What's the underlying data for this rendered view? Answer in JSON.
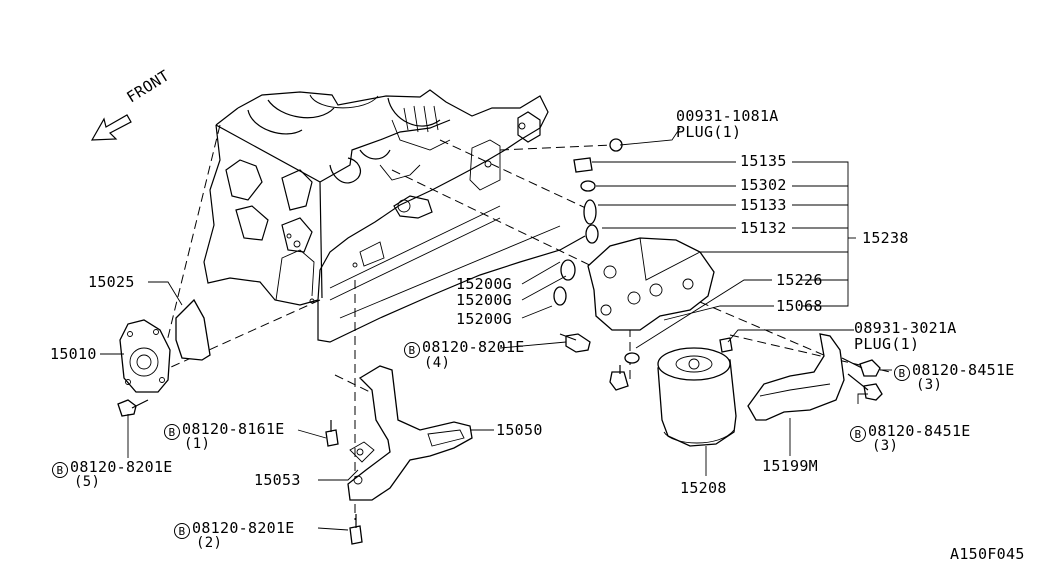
{
  "front_label": "FRONT",
  "diagram_code": "A150F045",
  "bolt_symbol": "B",
  "callouts": {
    "plug_top": {
      "part": "00931-1081A",
      "desc": "PLUG(1)"
    },
    "p15135": "15135",
    "p15302": "15302",
    "p15133": "15133",
    "p15132": "15132",
    "p15238": "15238",
    "p15226": "15226",
    "p15068": "15068",
    "plug_side": {
      "part": "08931-3021A",
      "desc": "PLUG(1)"
    },
    "p15025": "15025",
    "p15010": "15010",
    "p15200g_1": "15200G",
    "p15200g_2": "15200G",
    "p15200g_3": "15200G",
    "bolt_4": {
      "part": "08120-8201E",
      "qty": "(4)"
    },
    "bolt_8451_a": {
      "part": "08120-8451E",
      "qty": "(3)"
    },
    "bolt_8451_b": {
      "part": "08120-8451E",
      "qty": "(3)"
    },
    "bolt_8161": {
      "part": "08120-8161E",
      "qty": "(1)"
    },
    "bolt_5": {
      "part": "08120-8201E",
      "qty": "(5)"
    },
    "p15050": "15050",
    "p15053": "15053",
    "bolt_2": {
      "part": "08120-8201E",
      "qty": "(2)"
    },
    "p15208": "15208",
    "p15199m": "15199M"
  }
}
